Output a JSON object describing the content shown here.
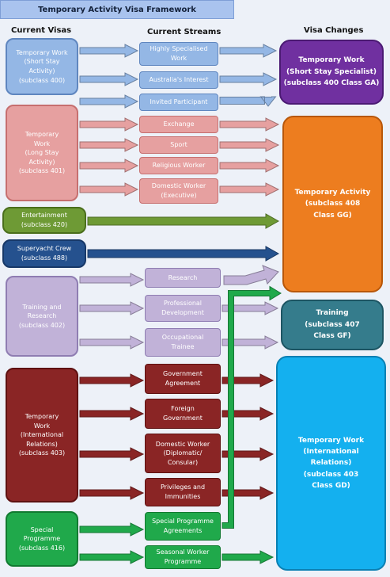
{
  "title": "Temporary Activity Visa Framework",
  "headings": {
    "visas": "Current Visas",
    "streams": "Current Streams",
    "changes": "Visa Changes"
  },
  "visas": {
    "v400": "Temporary Work\n(Short Stay\nActivity)\n(subclass 400)",
    "v401": "Temporary\nWork\n(Long Stay\nActivity)\n(subclass 401)",
    "v420": "Entertainment\n(subclass 420)",
    "v488": "Superyacht Crew\n(subclass 488)",
    "v402": "Training and\nResearch\n(subclass 402)",
    "v403": "Temporary\nWork\n(International\nRelations)\n(subclass 403)",
    "v416": "Special\nProgramme\n(subclass 416)"
  },
  "streams": {
    "hss": "Highly Specialised\nWork",
    "ai": "Australia's Interest",
    "ip": "Invited Participant",
    "exchange": "Exchange",
    "sport": "Sport",
    "religious": "Religious Worker",
    "domestic_exec": "Domestic Worker\n(Executive)",
    "research": "Research",
    "prof_dev": "Professional\nDevelopment",
    "occ_trainee": "Occupational\nTrainee",
    "gov_agreement": "Government\nAgreement",
    "foreign_gov": "Foreign\nGovernment",
    "domestic_dip": "Domestic Worker\n(Diplomatic/\nConsular)",
    "privileges": "Privileges and\nImmunities",
    "spa": "Special Programme\nAgreements",
    "swp": "Seasonal Worker\nProgramme"
  },
  "changes": {
    "ga": "Temporary Work\n(Short Stay Specialist)\n(subclass 400 Class GA)",
    "gg": "Temporary Activity\n(subclass 408\nClass GG)",
    "gf": "Training\n(subclass 407\nClass GF)",
    "gd": "Temporary Work\n(International\nRelations)\n(subclass 403\nClass GD)"
  },
  "colors": {
    "blue": "#94b7e5",
    "pink": "#e6a0a0",
    "green": "#6e9a35",
    "navy": "#25518e",
    "lavender": "#c1b2d8",
    "maroon": "#8a2525",
    "bright_green": "#20a94b",
    "purple": "#7030a0",
    "orange": "#ed7d1f",
    "teal": "#357c8c",
    "cyan": "#14b0ef"
  }
}
